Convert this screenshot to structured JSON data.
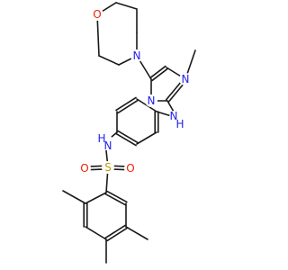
{
  "colors": {
    "bond": "#1a1a1a",
    "carbon": "#1a1a1a",
    "nitrogen": "#2222ee",
    "oxygen": "#ee2200",
    "sulfur": "#b8a000"
  },
  "molecule": {
    "atoms": [
      {
        "id": "O1",
        "label": "O",
        "element": "oxygen"
      },
      {
        "id": "N1",
        "label": "N",
        "element": "nitrogen"
      },
      {
        "id": "N2",
        "label": "N",
        "element": "nitrogen"
      },
      {
        "id": "N3",
        "label": "N",
        "element": "nitrogen"
      },
      {
        "id": "NH1",
        "label": "N",
        "label_sub": "H",
        "element": "nitrogen"
      },
      {
        "id": "NH2",
        "label": "H",
        "label_sub": "N",
        "element": "nitrogen"
      },
      {
        "id": "S1",
        "label": "S",
        "element": "sulfur"
      },
      {
        "id": "O2",
        "label": "O",
        "element": "oxygen"
      },
      {
        "id": "O3",
        "label": "O",
        "element": "oxygen"
      }
    ]
  }
}
